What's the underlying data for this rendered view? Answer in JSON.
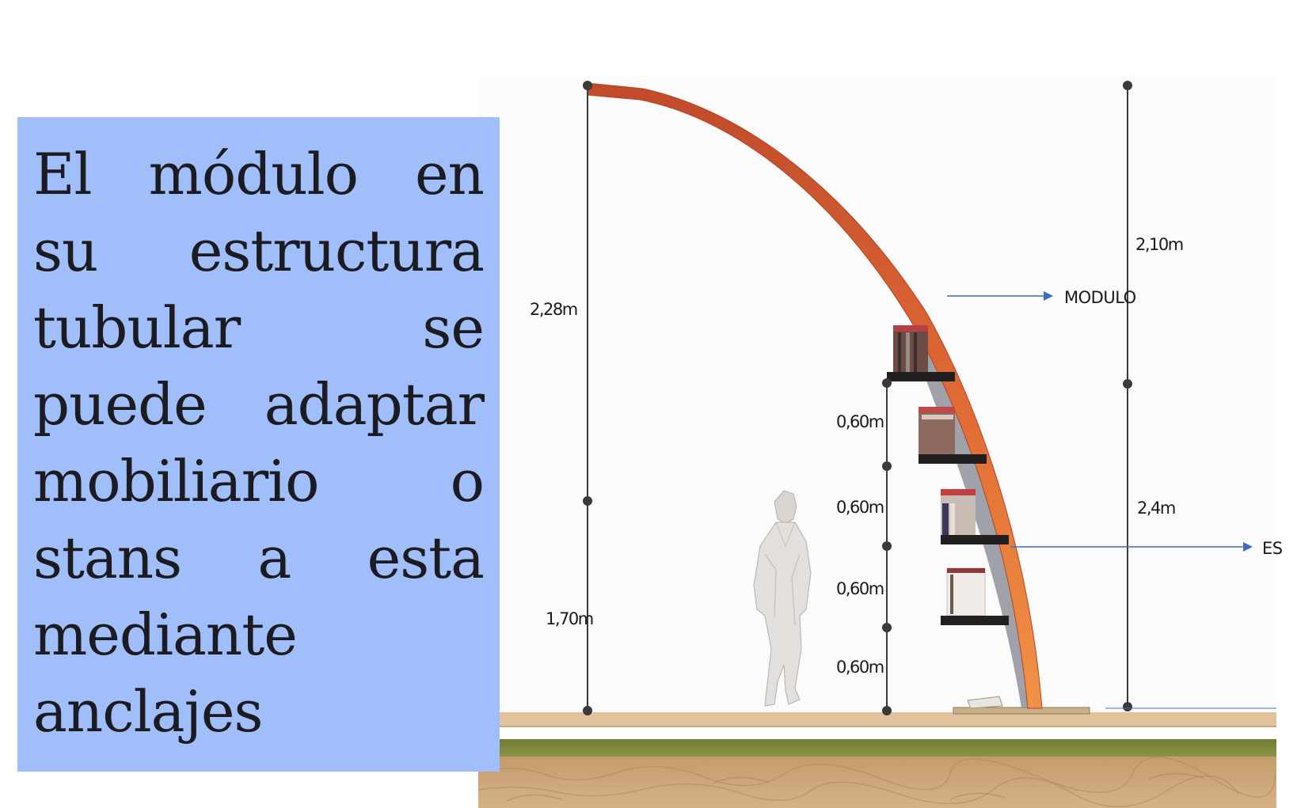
{
  "description_text": "El módulo en su estructura tubular se puede adaptar mobiliario o stans a esta mediante anclajes",
  "dimensions": {
    "left_top": "2,28m",
    "left_bottom": "1,70m",
    "shelf_1": "0,60m",
    "shelf_2": "0,60m",
    "shelf_3": "0,60m",
    "shelf_4": "0,60m",
    "right_top": "2,10m",
    "right_bottom": "2,4m"
  },
  "labels": {
    "module": "MODULO",
    "es": "ES"
  },
  "colors": {
    "panel": "#a0befa",
    "arc_top": "#c4502c",
    "arc_bottom": "#ee8840",
    "arrow": "#3d6cc0",
    "floor": "#e2c49a",
    "grass": "#7d8a3c",
    "soil": "#c8a275"
  }
}
